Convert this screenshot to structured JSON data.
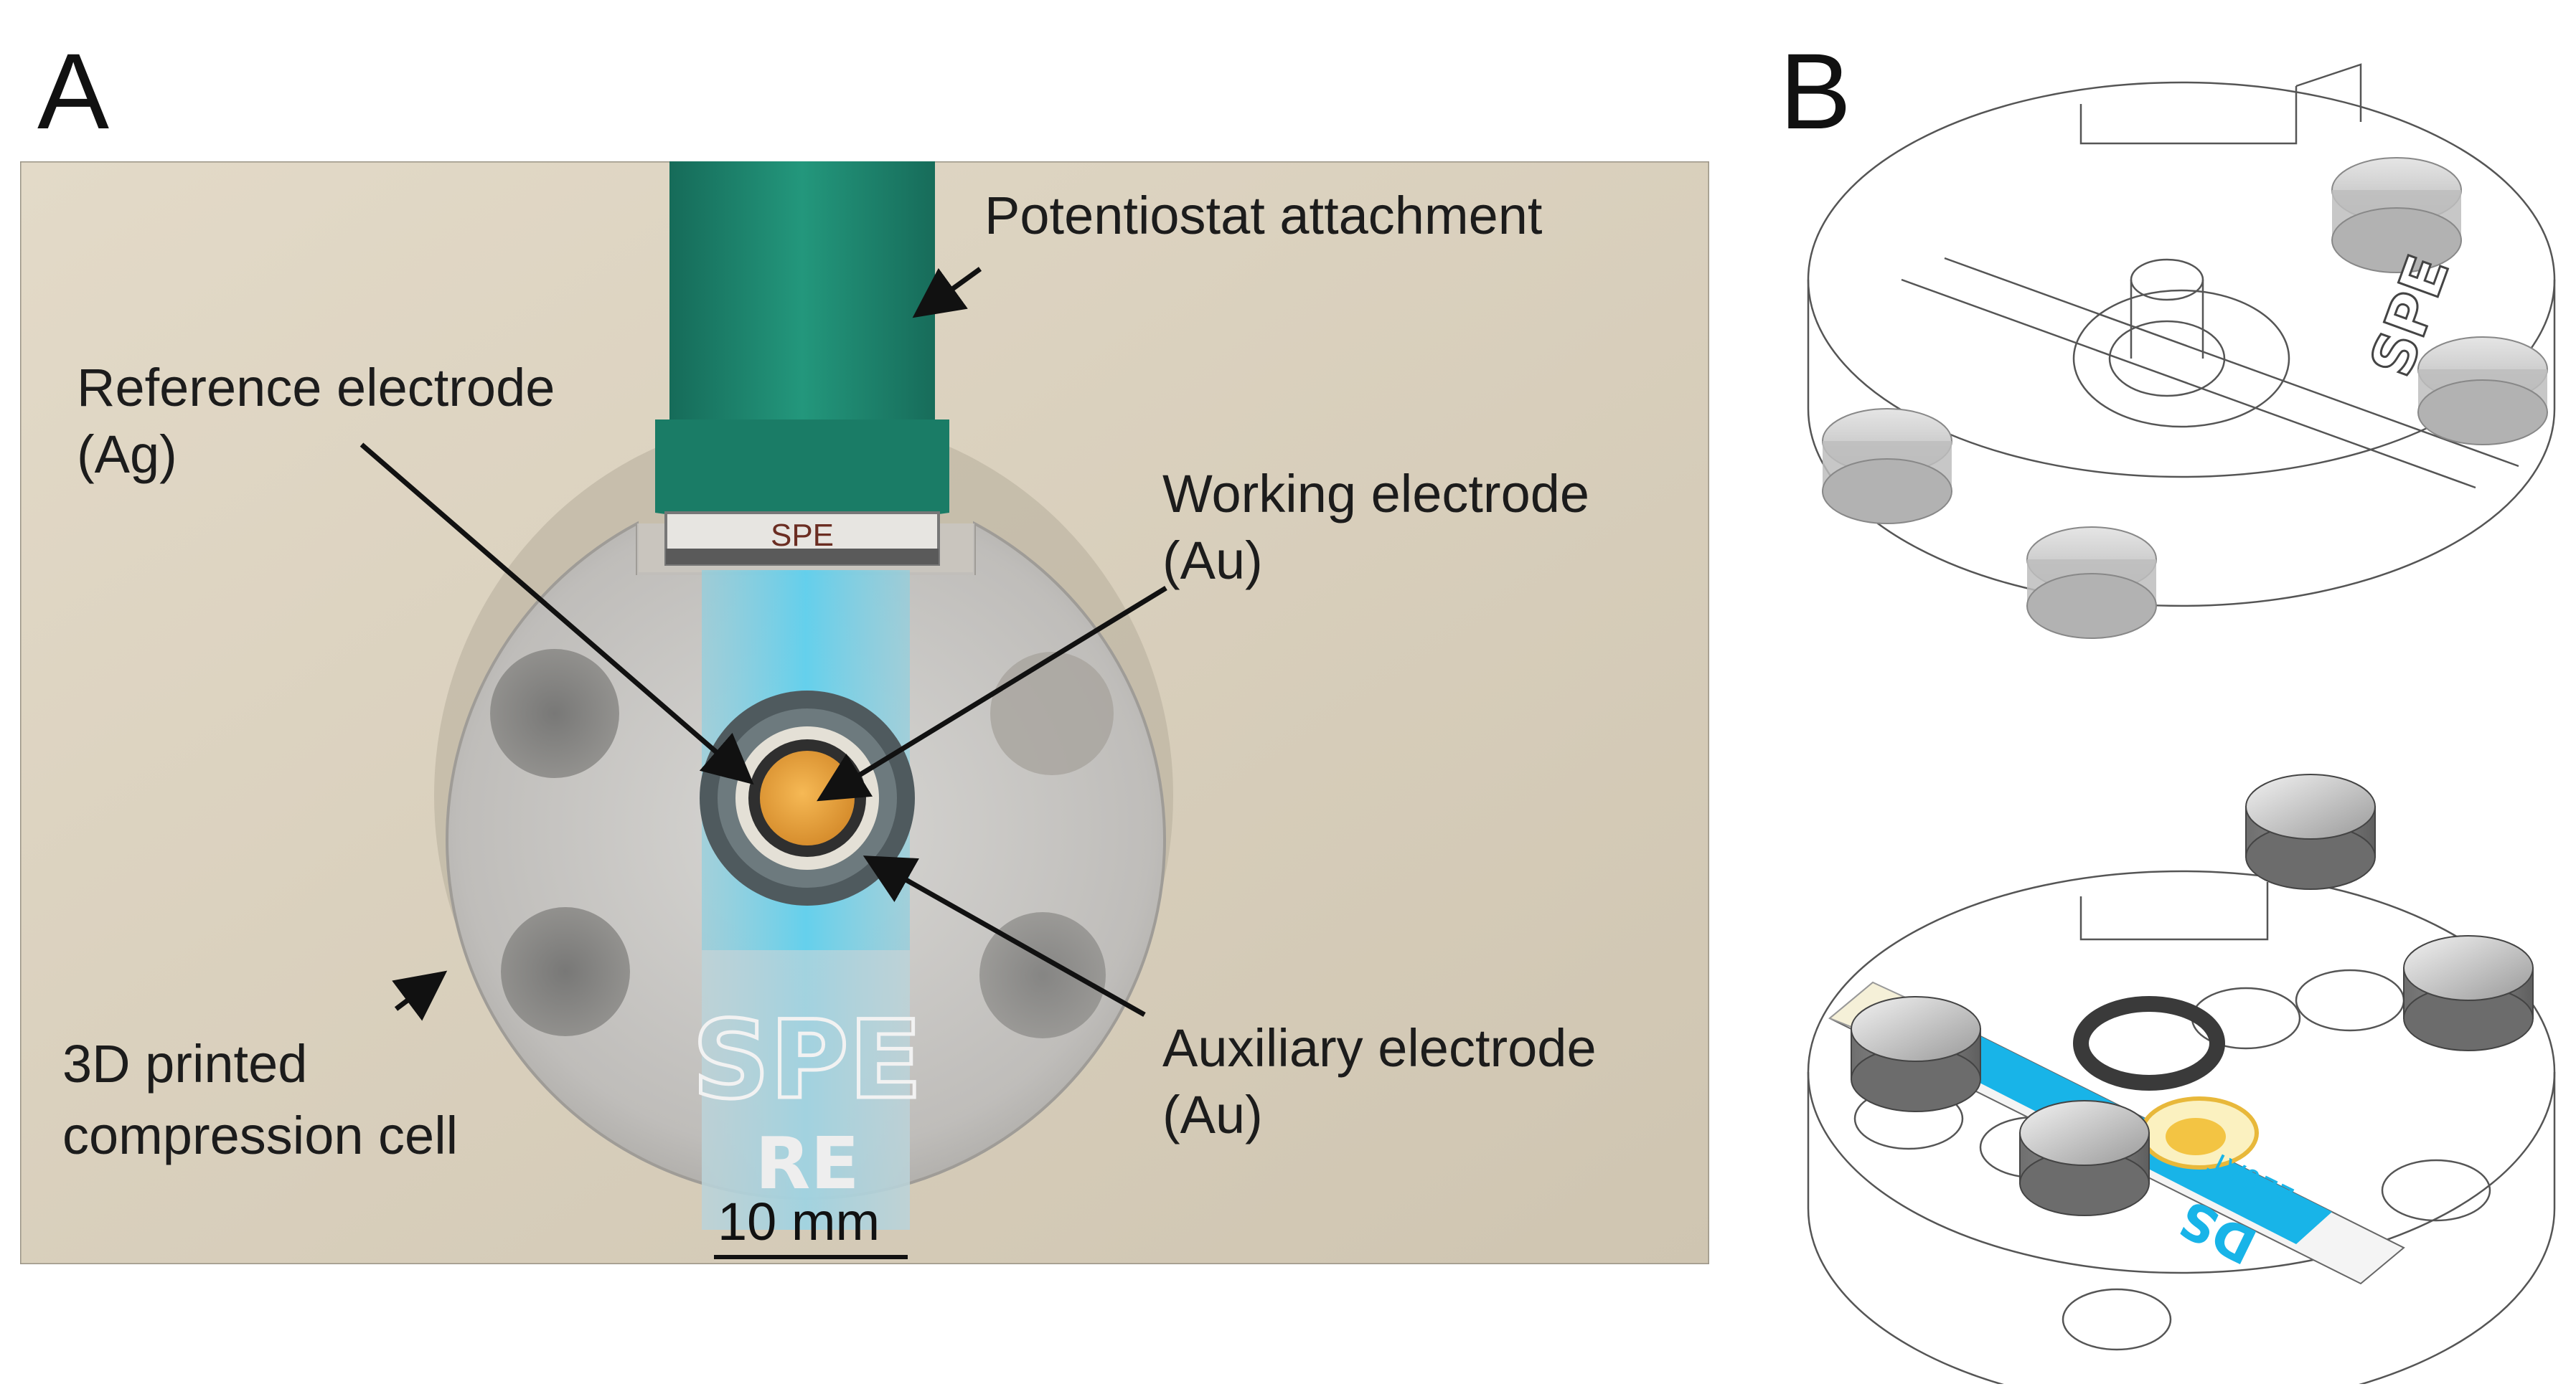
{
  "panels": {
    "a_letter": "A",
    "b_letter": "B"
  },
  "labels": {
    "potentiostat": "Potentiostat attachment",
    "reference_line1": "Reference electrode",
    "reference_line2": "(Ag)",
    "working_line1": "Working electrode",
    "working_line2": "(Au)",
    "auxiliary_line1": "Auxiliary electrode",
    "auxiliary_line2": "(Au)",
    "cell_line1": "3D printed",
    "cell_line2": "compression cell",
    "scale_bar": "10 mm"
  },
  "connector_text": "SPE",
  "cell_engraving": {
    "line1": "SPE",
    "line2": "RE"
  },
  "cad_top_engraving": "SPE",
  "cad_strip_text": {
    "line1": "DS",
    "line2": "220AT"
  },
  "colors": {
    "background_photo": "#ddd3c0",
    "connector_green": "#1f8a72",
    "strip_blue": "#1fb8e3",
    "working_gold": "#e8a73c",
    "magnet_gray": "#8e8e8e"
  }
}
